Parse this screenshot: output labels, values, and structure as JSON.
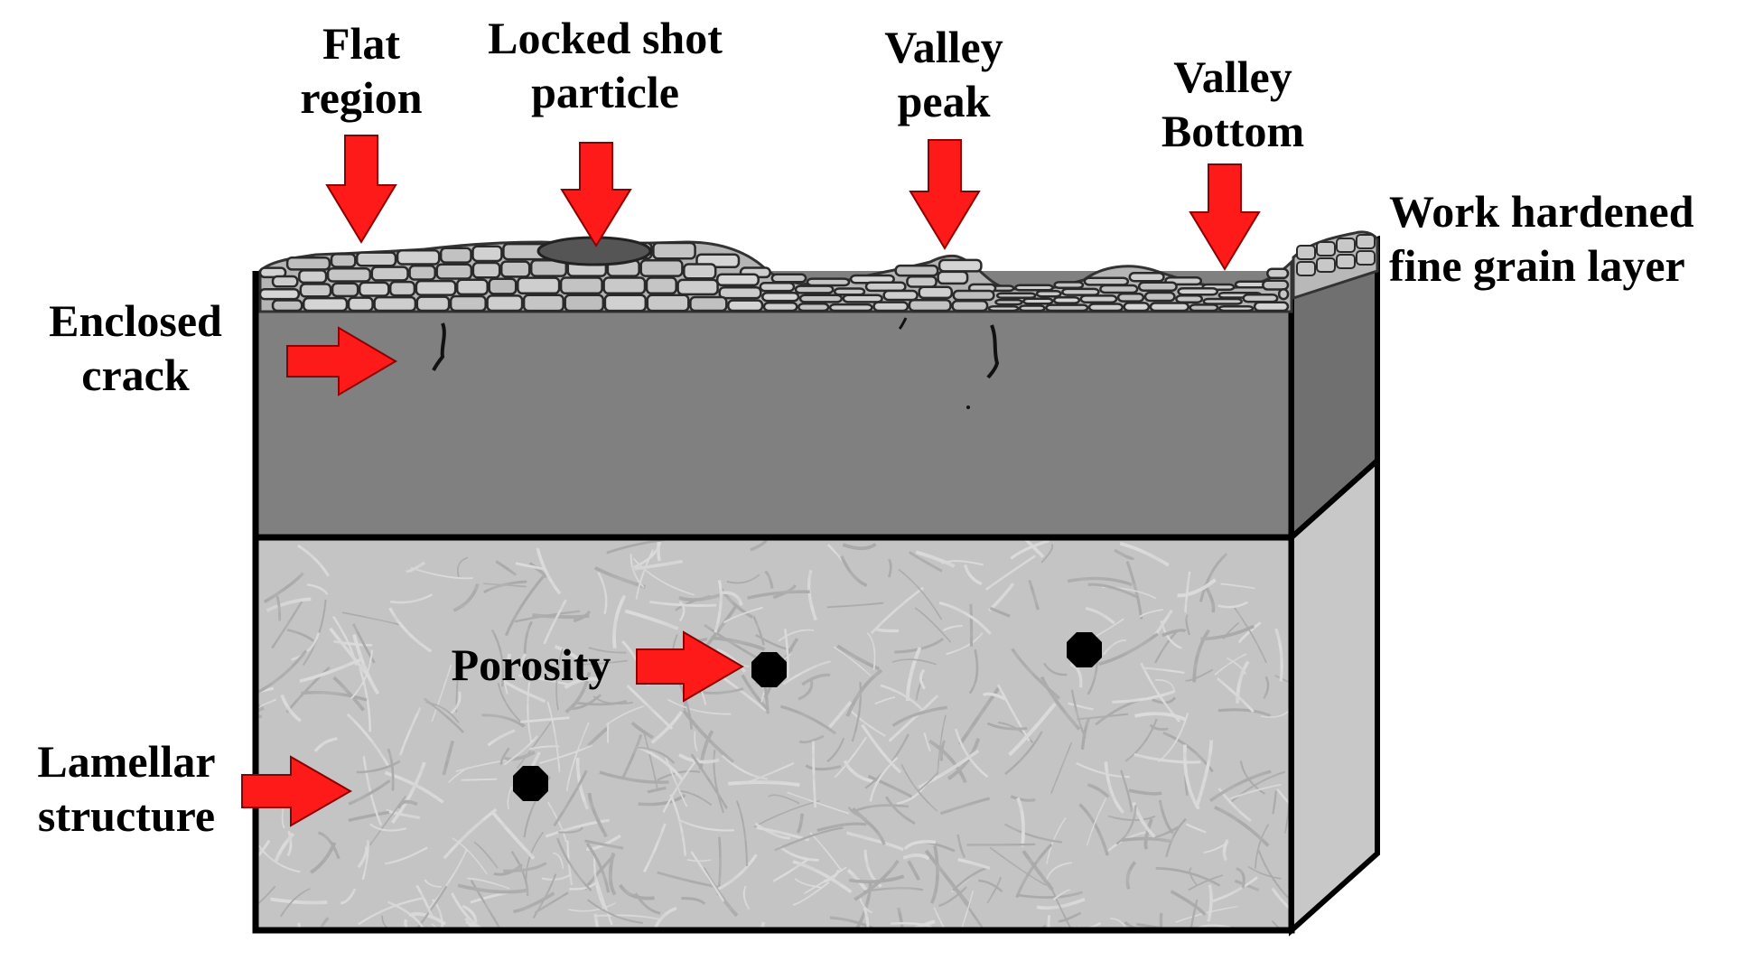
{
  "labels": {
    "flat_region": [
      "Flat",
      "region"
    ],
    "locked_shot": [
      "Locked shot",
      "particle"
    ],
    "valley_peak": [
      "Valley",
      "peak"
    ],
    "valley_bottom": [
      "Valley",
      "Bottom"
    ],
    "work_hardened": [
      "Work hardened",
      "fine grain layer"
    ],
    "enclosed_crack": [
      "Enclosed",
      "crack"
    ],
    "porosity": "Porosity",
    "lamellar": [
      "Lamellar",
      "structure"
    ]
  },
  "colors": {
    "arrow": "#ff1a1a",
    "upper_layer": "#808080",
    "side_upper": "#707070",
    "side_lower": "#c8c8c8",
    "substrate": "#c4c4c4",
    "grain": "#c8c8c8",
    "pore": "#000000"
  }
}
